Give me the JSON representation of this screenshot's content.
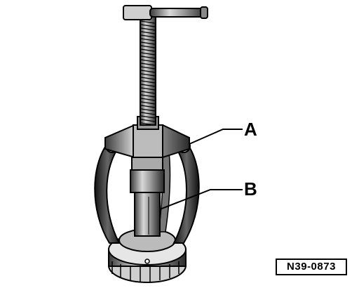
{
  "diagram": {
    "callouts": [
      {
        "id": "A",
        "label": "A"
      },
      {
        "id": "B",
        "label": "B"
      }
    ],
    "reference_code": "N39-0873"
  }
}
